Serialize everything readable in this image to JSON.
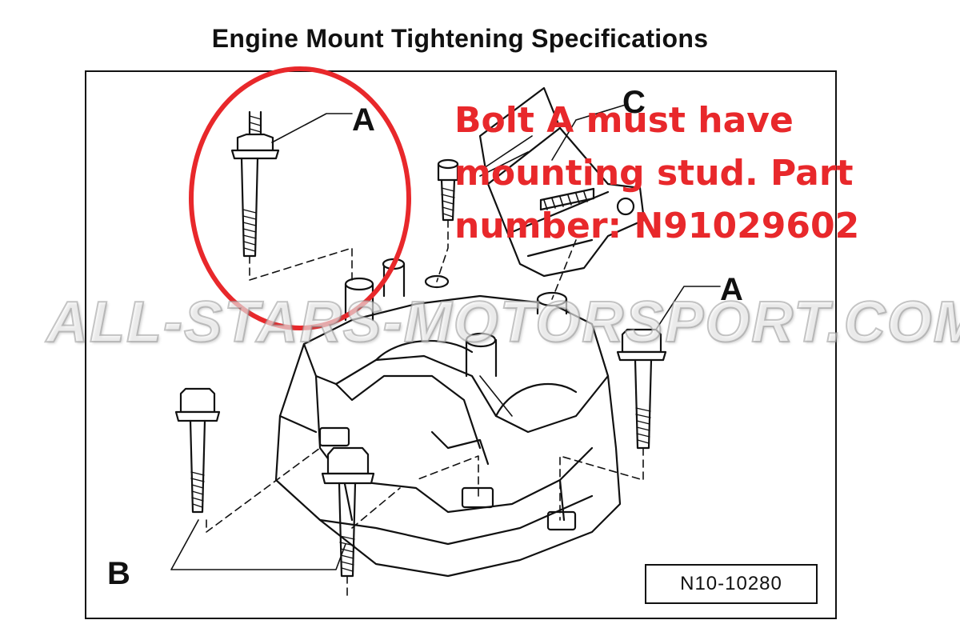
{
  "title": "Engine Mount Tightening Specifications",
  "callouts": {
    "a_top": "A",
    "a_right": "A",
    "b": "B",
    "c": "C"
  },
  "annotation": {
    "lines": [
      "Bolt A must have",
      "mounting stud. Part",
      "number: N91029602"
    ],
    "color": "#e8282b"
  },
  "watermark": "ALL-STARS-MOTORSPORT.COM",
  "reference_code": "N10-10280",
  "highlight_color": "#e8282b"
}
